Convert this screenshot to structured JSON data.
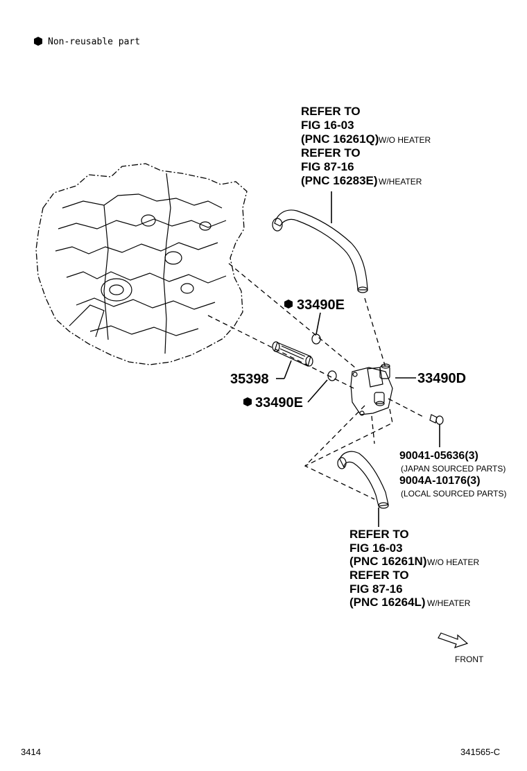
{
  "legend": {
    "text": "Non-reusable part"
  },
  "upper_hose_ref": {
    "lines": [
      "REFER TO",
      "FIG 16-03",
      "(PNC 16261Q)",
      "REFER TO",
      "FIG 87-16",
      "(PNC 16283E)"
    ],
    "note1": "W/O HEATER",
    "note2": "W/HEATER"
  },
  "lower_hose_ref": {
    "lines": [
      "REFER TO",
      "FIG 16-03",
      "(PNC 16261N)",
      "REFER TO",
      "FIG 87-16",
      "(PNC 16264L)"
    ],
    "note1": "W/O HEATER",
    "note2": "W/HEATER"
  },
  "parts": {
    "gasket_top": "33490E",
    "pipe": "35398",
    "gasket_bottom": "33490E",
    "cooler": "33490D",
    "bolt_japan": "90041-05636(3)",
    "bolt_japan_note": "(JAPAN SOURCED PARTS)",
    "bolt_local": "9004A-10176(3)",
    "bolt_local_note": "(LOCAL SOURCED PARTS)"
  },
  "front_label": "FRONT",
  "footer": {
    "left": "3414",
    "right": "341565-C"
  }
}
